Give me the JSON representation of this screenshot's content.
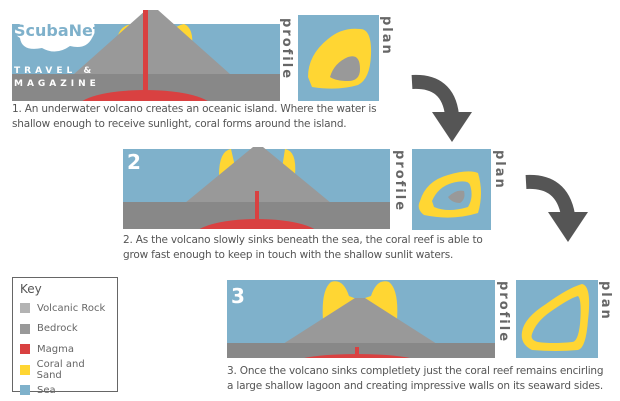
{
  "logo": {
    "name": "ScubaNet",
    "line1": "TRAVEL &",
    "line2": "MAGAZINE"
  },
  "labels": {
    "profile": "profile",
    "plan": "plan"
  },
  "steps": [
    {
      "number": "1",
      "caption": "1.  An underwater volcano creates an oceanic island. Where the water is shallow enough to receive sunlight, coral forms around the island."
    },
    {
      "number": "2",
      "caption": "2. As the volcano slowly sinks beneath the sea,  the coral reef is able to grow fast enough to keep in touch with the shallow sunlit waters."
    },
    {
      "number": "3",
      "caption": "3. Once the volcano sinks completlety just the coral reef remains encirling a large shallow lagoon and creating impressive walls on its seaward sides."
    }
  ],
  "key": {
    "title": "Key",
    "items": [
      {
        "label": "Volcanic Rock",
        "color": "#b3b3b3"
      },
      {
        "label": "Bedrock",
        "color": "#999999"
      },
      {
        "label": "Magma",
        "color": "#d94141"
      },
      {
        "label": "Coral and Sand",
        "color": "#ffd633"
      },
      {
        "label": "Sea",
        "color": "#7fb1cb"
      }
    ]
  }
}
